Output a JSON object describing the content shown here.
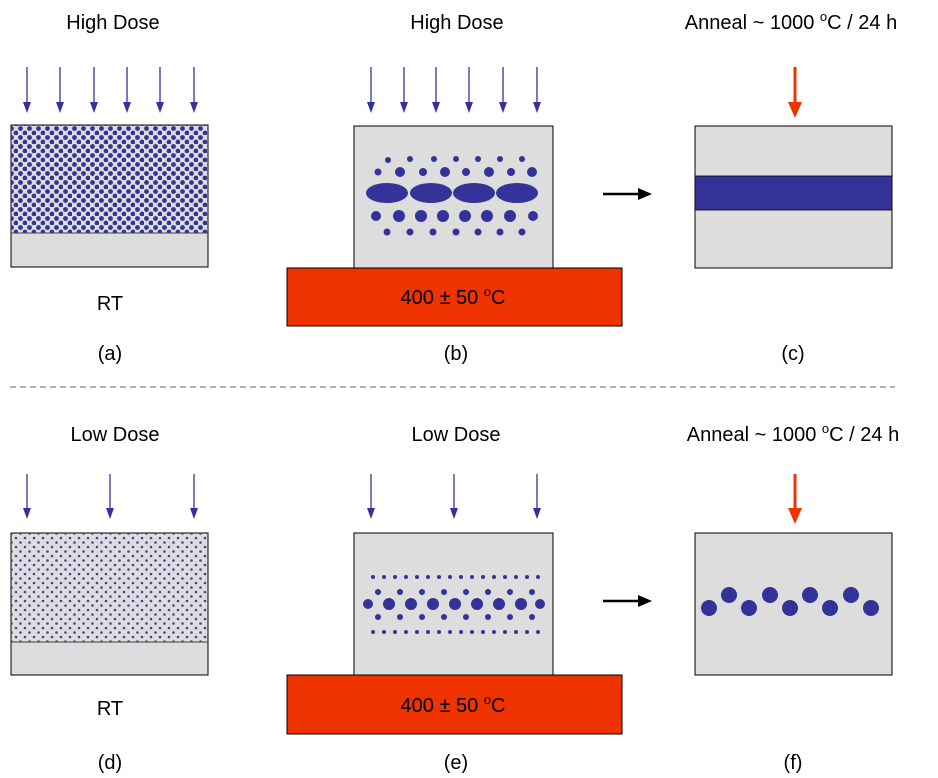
{
  "colors": {
    "dose_arrow": "#333399",
    "anneal_arrow": "#ee3300",
    "sample_fill": "#dddddd",
    "implant": "#333399",
    "heater": "#ee3300",
    "divider": "#666666"
  },
  "top_row": {
    "a": {
      "title": "High Dose",
      "temp_label": "RT",
      "caption": "(a)"
    },
    "b": {
      "title": "High Dose",
      "heater_label": "400 ± 50 ",
      "heater_sup": "o",
      "heater_unit": "C",
      "caption": "(b)"
    },
    "c": {
      "title_pre": "Anneal ~ 1000 ",
      "title_sup": "o",
      "title_post": "C / 24 h",
      "caption": "(c)"
    }
  },
  "bottom_row": {
    "d": {
      "title": "Low Dose",
      "temp_label": "RT",
      "caption": "(d)"
    },
    "e": {
      "title": "Low Dose",
      "heater_label": "400 ± 50 ",
      "heater_sup": "o",
      "heater_unit": "C",
      "caption": "(e)"
    },
    "f": {
      "title_pre": "Anneal ~ 1000 ",
      "title_sup": "o",
      "title_post": "C / 24 h",
      "caption": "(f)"
    }
  }
}
